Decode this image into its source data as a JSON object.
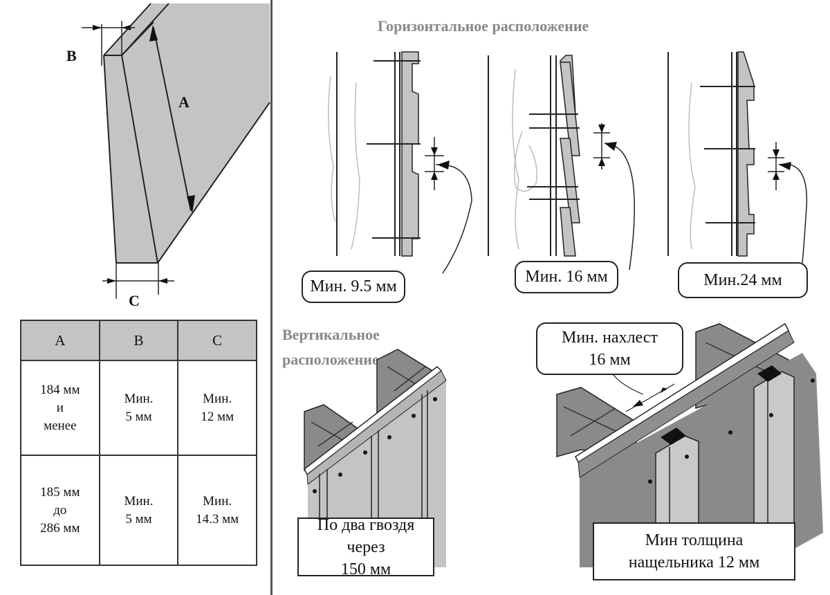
{
  "left_diagram": {
    "labels": {
      "a": "A",
      "b": "B",
      "c": "C"
    }
  },
  "table": {
    "headers": [
      "A",
      "B",
      "C"
    ],
    "rows": [
      {
        "a": [
          "184 мм",
          "и",
          "менее"
        ],
        "b": [
          "Мин.",
          "5 мм"
        ],
        "c": [
          "Мин.",
          "12 мм"
        ]
      },
      {
        "a": [
          "185 мм",
          "до",
          "286 мм"
        ],
        "b": [
          "Мин.",
          "5 мм"
        ],
        "c": [
          "Мин.",
          "14.3 мм"
        ]
      }
    ]
  },
  "horizontal": {
    "title": "Горизонтальное расположение",
    "callouts": [
      "Мин. 9.5 мм",
      "Мин. 16 мм",
      "Мин.24 мм"
    ]
  },
  "vertical": {
    "title_line1": "Вертикальное",
    "title_line2": "расположение",
    "overlap_callout": {
      "line1": "Мин. нахлест",
      "line2": "16 мм"
    },
    "nails_box": {
      "line1": "По два гвоздя через",
      "line2": "150 мм"
    },
    "batten_box": {
      "line1": "Мин толщина",
      "line2": "нащельника 12 мм"
    }
  },
  "colors": {
    "board_light": "#c8c8c8",
    "board_mid": "#a9a9a9",
    "board_dark": "#8a8a8a",
    "heading_gray": "#888888",
    "line": "#222222"
  }
}
